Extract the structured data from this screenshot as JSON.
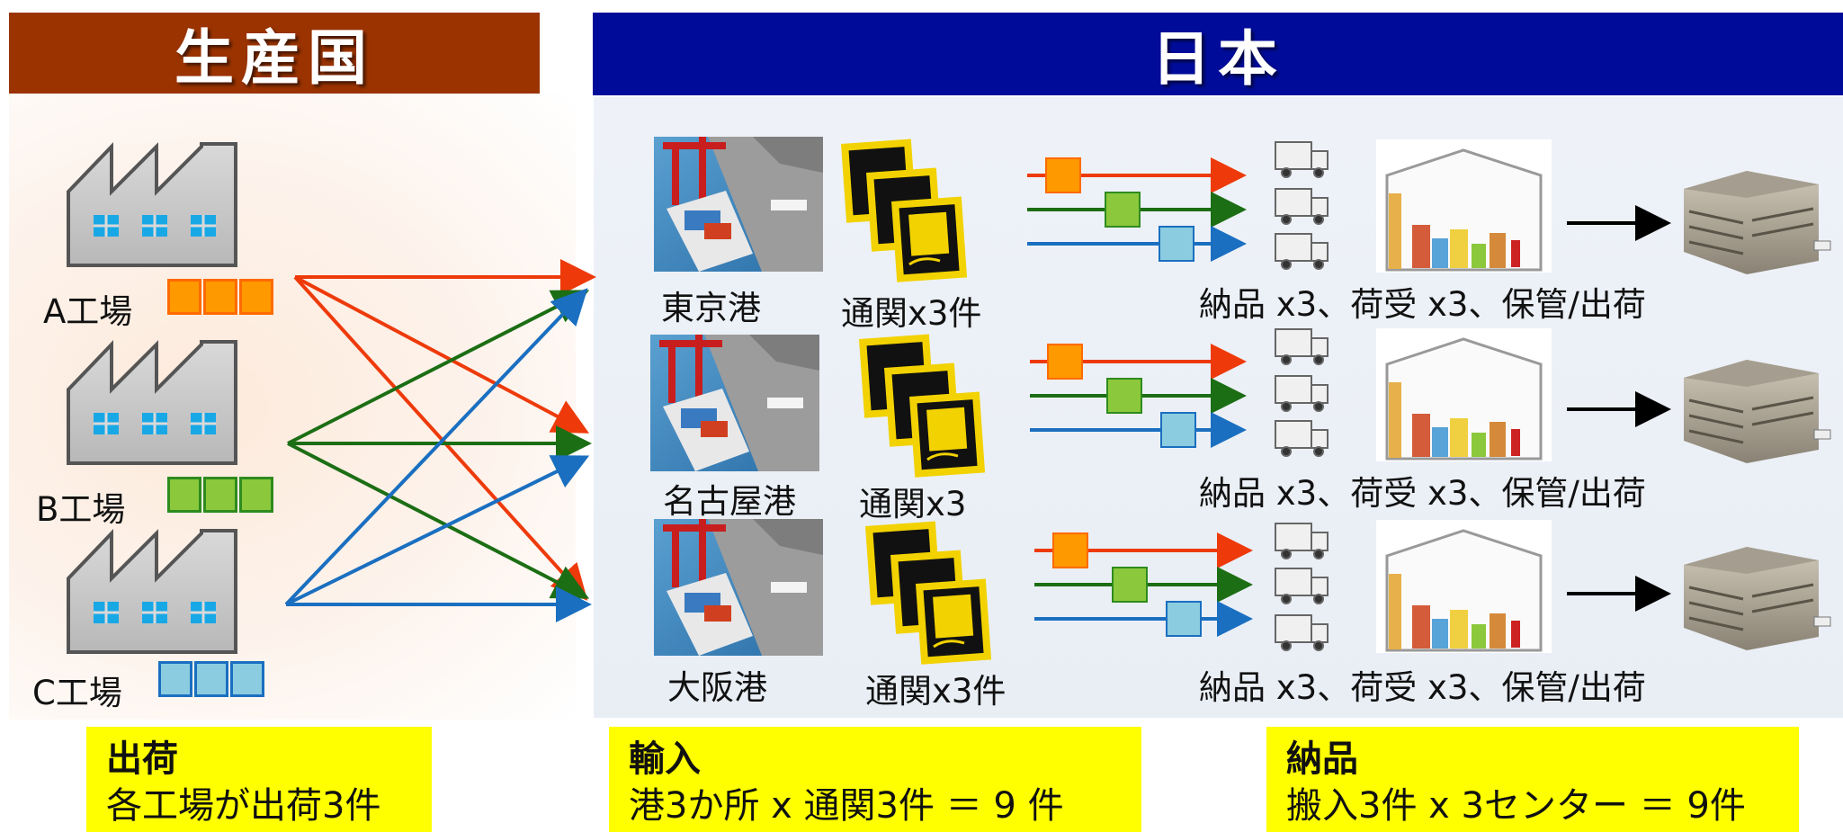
{
  "headers": {
    "left": "生産国",
    "right": "日本"
  },
  "factories": [
    {
      "label": "A工場"
    },
    {
      "label": "B工場"
    },
    {
      "label": "C工場"
    }
  ],
  "ports": [
    {
      "name": "東京港",
      "customs": "通関x3件",
      "delivery": "納品 x3、荷受 x3、保管/出荷"
    },
    {
      "name": "名古屋港",
      "customs": "通関x3",
      "delivery": "納品 x3、荷受 x3、保管/出荷"
    },
    {
      "name": "大阪港",
      "customs": "通関x3件",
      "delivery": "納品 x3、荷受 x3、保管/出荷"
    }
  ],
  "notes": [
    {
      "title": "出荷",
      "body": "各工場が出荷3件"
    },
    {
      "title": "輸入",
      "body": "港3か所 x 通関3件 ＝ 9 件"
    },
    {
      "title": "納品",
      "body": "搬入3件 x 3センター ＝ 9件"
    }
  ],
  "colors": {
    "left_header": "#9a3300",
    "right_header": "#000c99",
    "orange": "#ff9900",
    "green": "#8cc83c",
    "blue": "#8ccce0",
    "line_orange": "#ee3a0a",
    "line_green": "#1c6e14",
    "line_blue": "#1a6fc0",
    "note_bg": "#ffff00"
  },
  "icons": [
    "factory-icon",
    "port-photo",
    "customs-document-icon",
    "truck-icon",
    "warehouse-icon",
    "distribution-center-photo",
    "arrow-icon"
  ]
}
